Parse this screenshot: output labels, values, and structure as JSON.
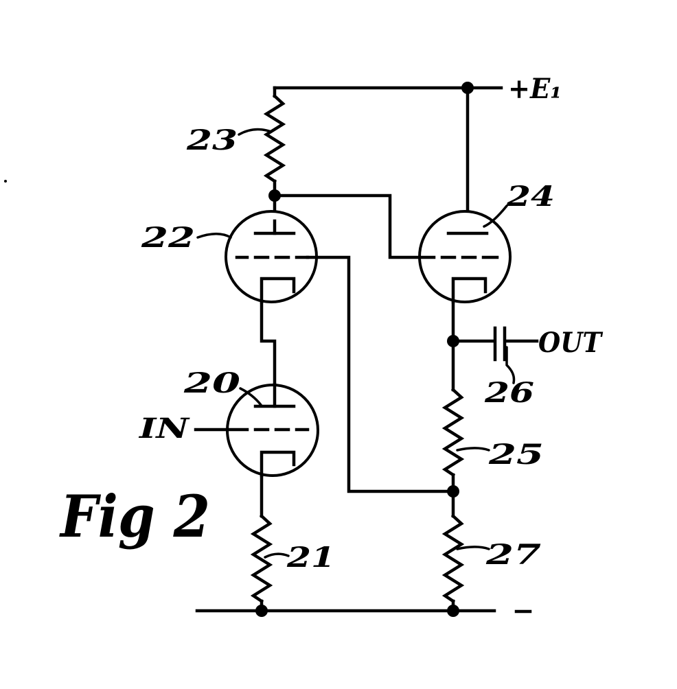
{
  "figure": {
    "title": "Fig 2"
  },
  "terminals": {
    "supply": "+E₁",
    "input": "IN",
    "output": "OUT"
  },
  "components": {
    "tube_20": "20",
    "resistor_21": "21",
    "tube_22": "22",
    "resistor_23": "23",
    "tube_24": "24",
    "resistor_25": "25",
    "capacitor_26": "26",
    "resistor_27": "27"
  }
}
